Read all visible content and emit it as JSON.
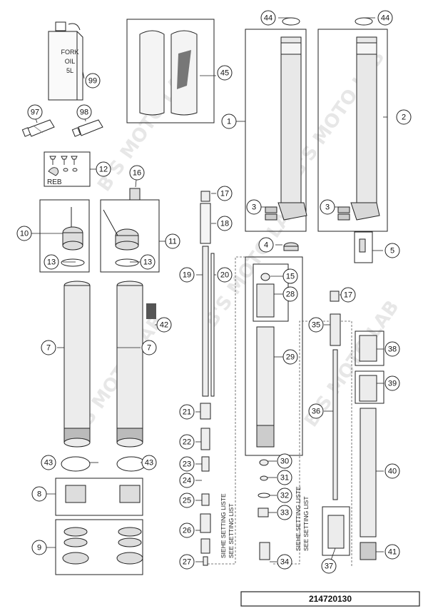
{
  "diagram": {
    "drawing_number": "214720130",
    "watermark": "B'S MOTO LAB",
    "oil_can_label": [
      "FORK",
      "OIL",
      "5L"
    ],
    "reb_label": "REB",
    "setting_list_labels": [
      "SIEHE SETTING LISTE",
      "SEE SETTING LIST"
    ],
    "callouts": [
      "1",
      "2",
      "3",
      "3",
      "4",
      "5",
      "7",
      "7",
      "8",
      "9",
      "10",
      "11",
      "12",
      "13",
      "13",
      "15",
      "16",
      "17",
      "17",
      "18",
      "19",
      "20",
      "21",
      "22",
      "23",
      "24",
      "25",
      "26",
      "27",
      "28",
      "29",
      "30",
      "31",
      "32",
      "33",
      "34",
      "35",
      "36",
      "37",
      "38",
      "39",
      "40",
      "41",
      "42",
      "43",
      "43",
      "44",
      "44",
      "45",
      "97",
      "98",
      "99"
    ]
  }
}
